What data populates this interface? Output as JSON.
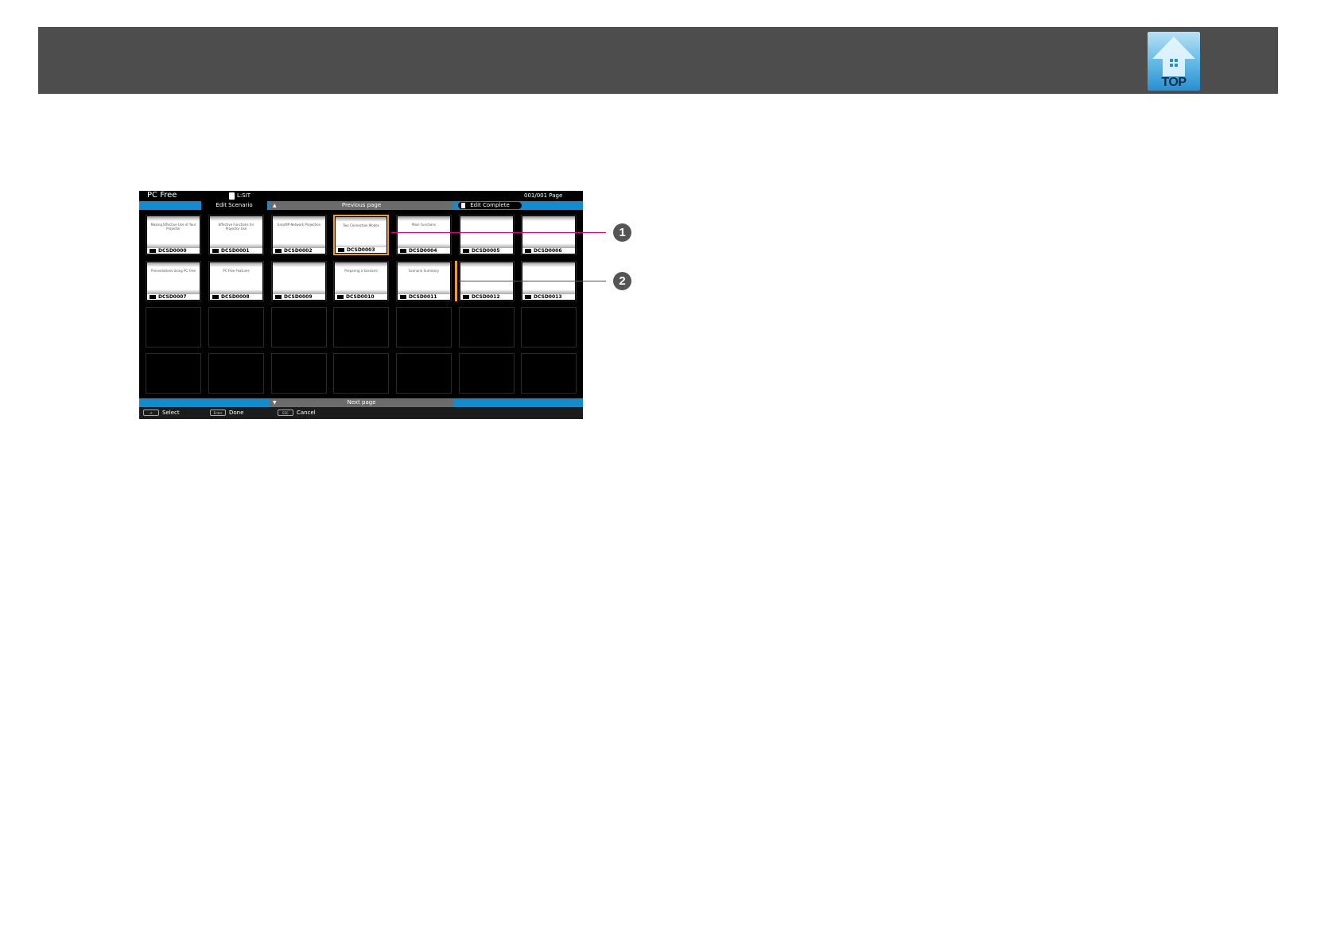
{
  "top_button": {
    "label": "TOP"
  },
  "screen": {
    "app_title": "PC Free",
    "file_name": "L:SIT",
    "page_count": "001/001 Page",
    "tab_label": "Edit Scenario",
    "previous_page": "Previous page",
    "edit_complete": "Edit Complete",
    "next_page": "Next page",
    "thumbnails": [
      {
        "caption": "DCSD0000",
        "slide_text": "Making Effective Use of Your Projector"
      },
      {
        "caption": "DCSD0001",
        "slide_text": "Effective Functions for Projector Use"
      },
      {
        "caption": "DCSD0002",
        "slide_text": "EasyMP Network Projection"
      },
      {
        "caption": "DCSD0003",
        "slide_text": "Two Connection Modes"
      },
      {
        "caption": "DCSD0004",
        "slide_text": "Main Functions"
      },
      {
        "caption": "DCSD0005",
        "slide_text": ""
      },
      {
        "caption": "DCSD0006",
        "slide_text": ""
      },
      {
        "caption": "DCSD0007",
        "slide_text": "Presentations Using PC Free"
      },
      {
        "caption": "DCSD0008",
        "slide_text": "PC Free Features"
      },
      {
        "caption": "DCSD0009",
        "slide_text": ""
      },
      {
        "caption": "DCSD0010",
        "slide_text": "Preparing a Scenario"
      },
      {
        "caption": "DCSD0011",
        "slide_text": "Scenario Summary"
      },
      {
        "caption": "DCSD0012",
        "slide_text": ""
      },
      {
        "caption": "DCSD0013",
        "slide_text": ""
      }
    ],
    "guide": [
      {
        "key": "",
        "label": "Select"
      },
      {
        "key": "Enter",
        "label": "Done"
      },
      {
        "key": "ESC",
        "label": "Cancel"
      }
    ]
  },
  "callouts": [
    "1",
    "2"
  ],
  "colors": {
    "header": "#4d4d4d",
    "accent_blue": "#0f8dd0",
    "selection": "#f0a020",
    "callout_line": "#e0007a"
  }
}
